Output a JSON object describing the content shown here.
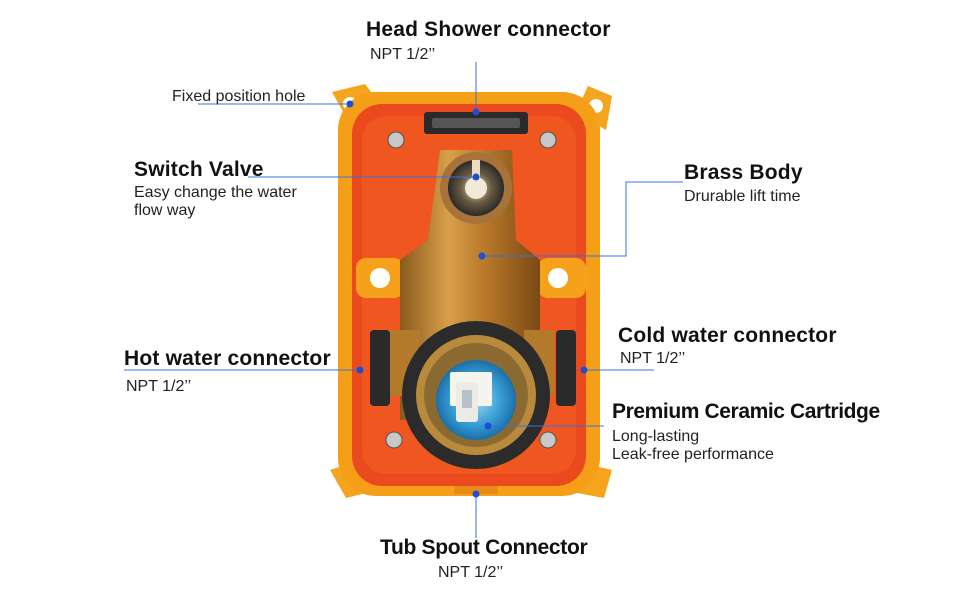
{
  "colors": {
    "accent": "#1f4fd0",
    "housing": "#f5a21b",
    "housing_inner": "#e8431c",
    "brass": "#c9892f"
  },
  "callouts": {
    "head_shower": {
      "title": "Head Shower connector",
      "sub": "NPT  1/2’’"
    },
    "fixed_hole": {
      "title": "Fixed position hole"
    },
    "switch_valve": {
      "title": "Switch Valve",
      "sub1": "Easy change the water",
      "sub2": "flow way"
    },
    "brass_body": {
      "title": "Brass Body",
      "sub": "Drurable lift time"
    },
    "cold_water": {
      "title": "Cold water connector",
      "sub": "NPT  1/2’’"
    },
    "hot_water": {
      "title": "Hot water connector",
      "sub": "NPT  1/2’’"
    },
    "cartridge": {
      "title": "Premium Ceramic Cartridge",
      "sub1": "Long-lasting",
      "sub2": "Leak-free performance"
    },
    "tub_spout": {
      "title": "Tub Spout Connector",
      "sub": "NPT  1/2’’"
    }
  }
}
